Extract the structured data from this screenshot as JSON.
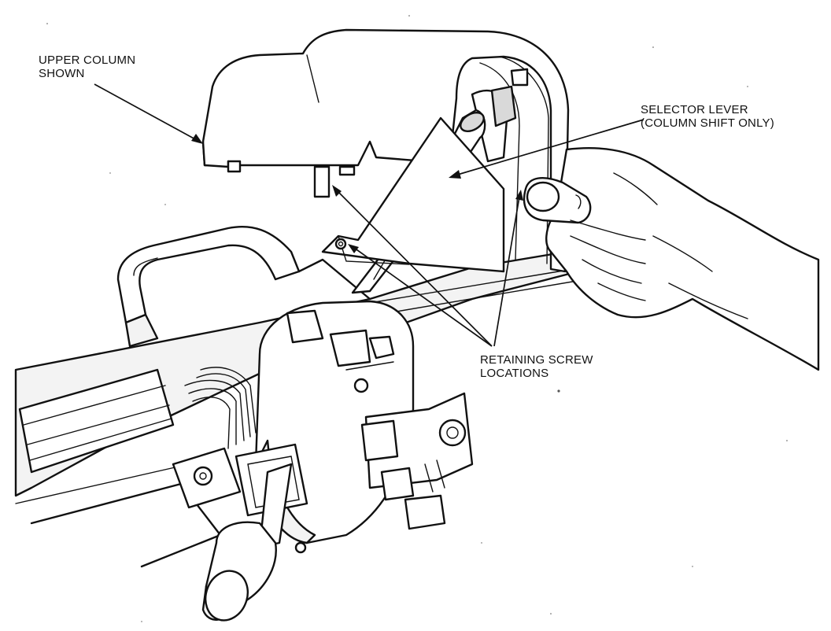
{
  "diagram": {
    "labels": {
      "upper_column": [
        "UPPER COLUMN",
        "SHOWN"
      ],
      "selector_lever": [
        "SELECTOR LEVER",
        "(COLUMN SHIFT ONLY)"
      ],
      "retaining_screw": [
        "RETAINING SCREW",
        "LOCATIONS"
      ]
    },
    "ink_color": "#111111",
    "paper_color": "#ffffff"
  }
}
